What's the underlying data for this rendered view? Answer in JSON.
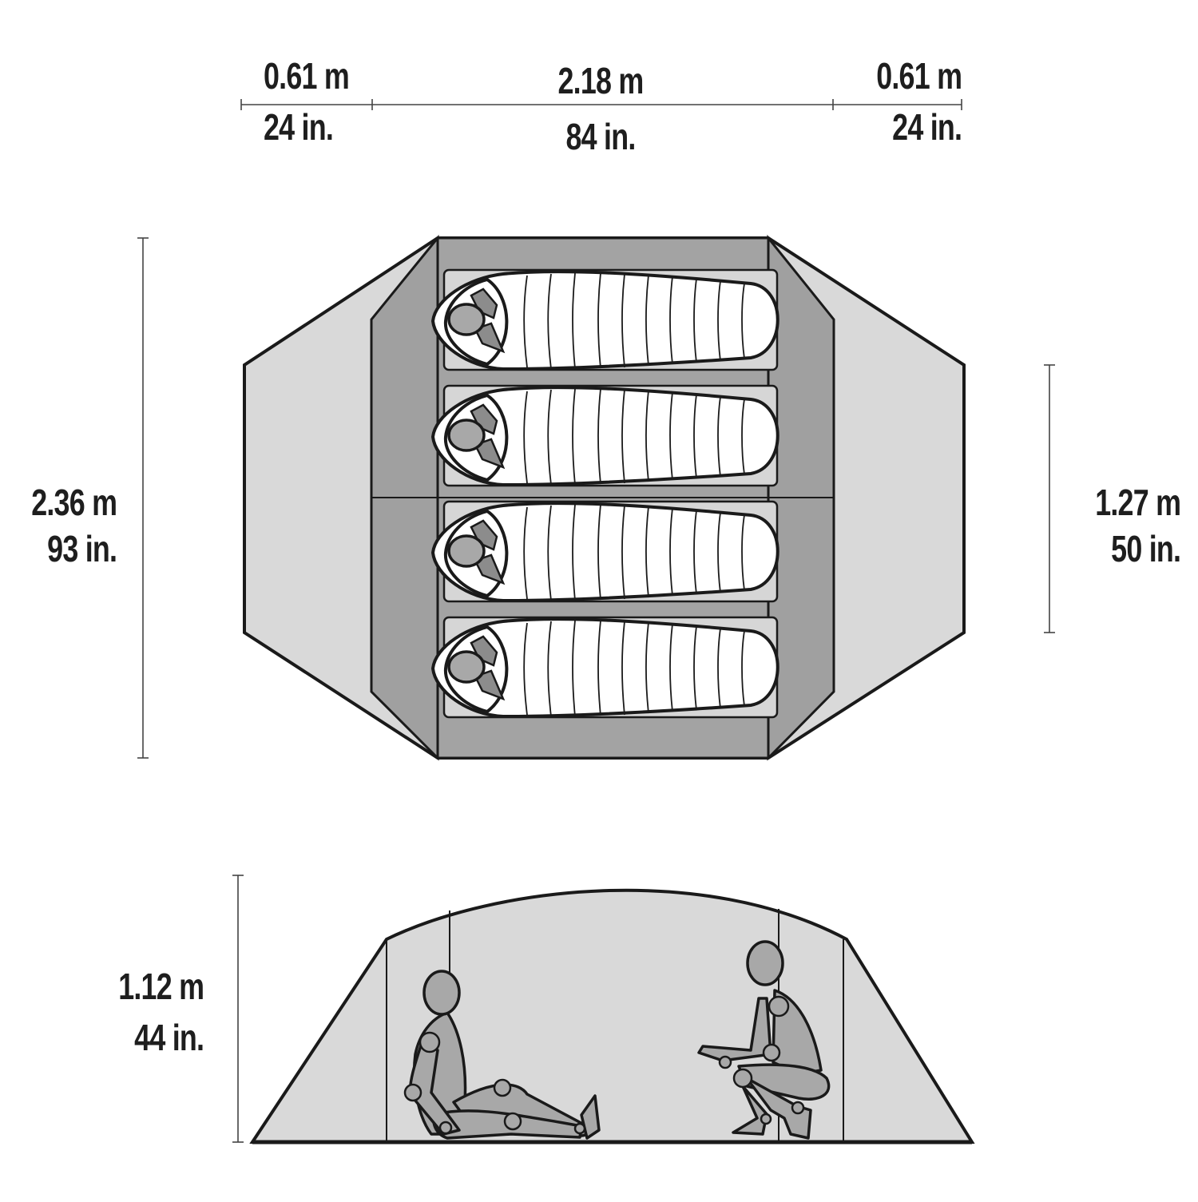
{
  "diagram": {
    "type": "tent-floorplan-dimensions",
    "top_dimensions": {
      "left_vestibule": {
        "metric": "0.61 m",
        "imperial": "24 in."
      },
      "floor_length": {
        "metric": "2.18 m",
        "imperial": "84 in."
      },
      "right_vestibule": {
        "metric": "0.61 m",
        "imperial": "24 in."
      }
    },
    "left_dimension": {
      "metric": "2.36 m",
      "imperial": "93 in."
    },
    "right_dimension": {
      "metric": "1.27 m",
      "imperial": "50 in."
    },
    "height_dimension": {
      "metric": "1.12 m",
      "imperial": "44 in."
    },
    "floorplan": {
      "sleeping_bags": 4,
      "icons": [
        "sleeping-bag-icon",
        "sleeping-pad-icon",
        "person-head-icon"
      ]
    },
    "side_view": {
      "figures": [
        "seated-person-icon",
        "crouching-person-icon"
      ]
    },
    "colors": {
      "fly": "#d9d9d9",
      "floor": "#a3a3a3",
      "pad": "#d6d6d6",
      "bag": "#ffffff",
      "figure": "#a8a8a8",
      "outline": "#1a1a1a",
      "text": "#1e1e1e"
    }
  }
}
